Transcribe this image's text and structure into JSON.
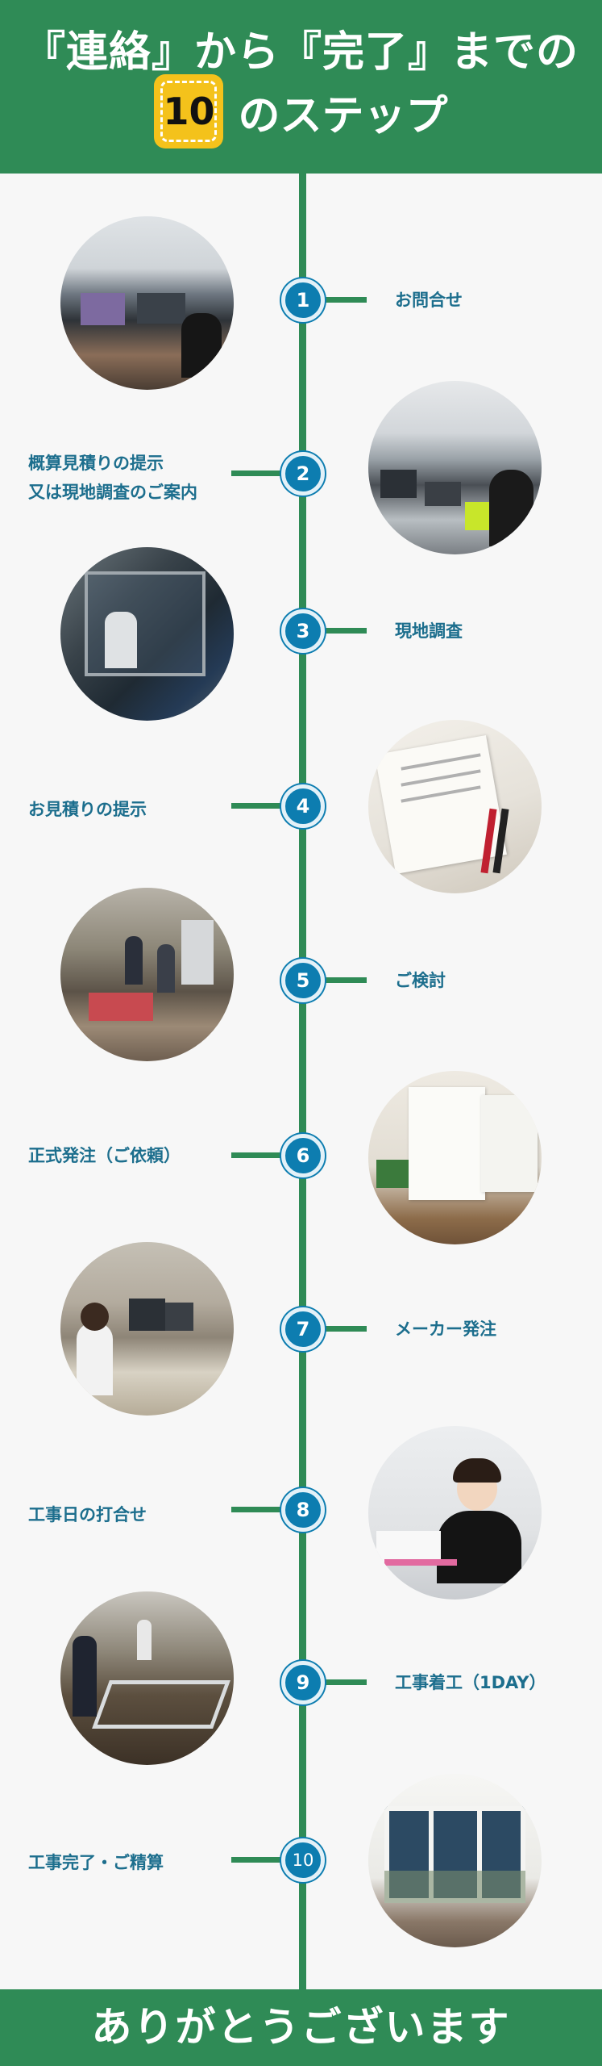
{
  "header": {
    "title_line1": "『連絡』から『完了』までの",
    "badge_number": "10",
    "title_line2": "のステップ"
  },
  "steps": [
    {
      "number": "1",
      "label": "お問合せ",
      "side": "right"
    },
    {
      "number": "2",
      "label": "概算見積りの提示",
      "label2": "又は現地調査のご案内",
      "side": "left"
    },
    {
      "number": "3",
      "label": "現地調査",
      "side": "right"
    },
    {
      "number": "4",
      "label": "お見積りの提示",
      "side": "left"
    },
    {
      "number": "5",
      "label": "ご検討",
      "side": "right"
    },
    {
      "number": "6",
      "label": "正式発注（ご依頼）",
      "side": "left"
    },
    {
      "number": "7",
      "label": "メーカー発注",
      "side": "right"
    },
    {
      "number": "8",
      "label": "工事日の打合せ",
      "side": "left"
    },
    {
      "number": "9",
      "label": "工事着工（1DAY）",
      "side": "right"
    },
    {
      "number": "10",
      "label": "工事完了・ご精算",
      "side": "left"
    }
  ],
  "footer": {
    "text": "ありがとうございます"
  },
  "colors": {
    "green": "#2f8b56",
    "blue": "#0d7db0",
    "label": "#1c6e8d",
    "badge": "#f4c21b"
  }
}
